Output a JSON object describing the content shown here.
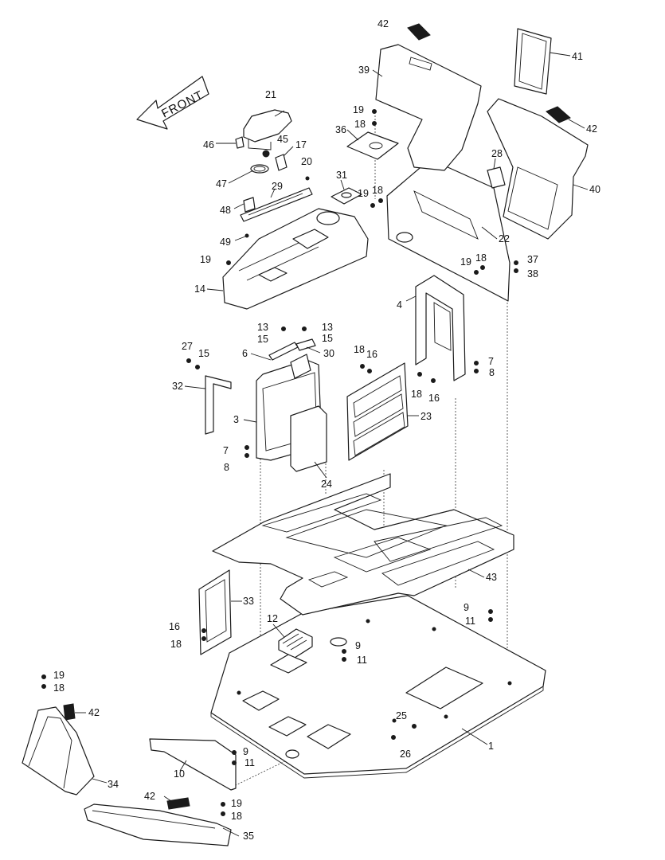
{
  "front_label": "FRONT",
  "callouts": {
    "c1": "1",
    "c3": "3",
    "c4": "4",
    "c6": "6",
    "c7a": "7",
    "c7b": "7",
    "c8a": "8",
    "c8b": "8",
    "c9a": "9",
    "c9b": "9",
    "c9c": "9",
    "c10": "10",
    "c11a": "11",
    "c11b": "11",
    "c11c": "11",
    "c12": "12",
    "c13a": "13",
    "c13b": "13",
    "c14": "14",
    "c15a": "15",
    "c15b": "15",
    "c15c": "15",
    "c16a": "16",
    "c16b": "16",
    "c16c": "16",
    "c17": "17",
    "c18a": "18",
    "c18b": "18",
    "c18c": "18",
    "c18d": "18",
    "c18e": "18",
    "c18f": "18",
    "c18g": "18",
    "c18h": "18",
    "c19a": "19",
    "c19b": "19",
    "c19c": "19",
    "c19d": "19",
    "c19e": "19",
    "c19f": "19",
    "c20": "20",
    "c21": "21",
    "c22": "22",
    "c23": "23",
    "c24": "24",
    "c25": "25",
    "c26": "26",
    "c27": "27",
    "c28": "28",
    "c29": "29",
    "c30": "30",
    "c31": "31",
    "c32": "32",
    "c33": "33",
    "c34": "34",
    "c35": "35",
    "c36": "36",
    "c37": "37",
    "c38": "38",
    "c39": "39",
    "c40": "40",
    "c41": "41",
    "c42a": "42",
    "c42b": "42",
    "c42c": "42",
    "c42d": "42",
    "c43": "43",
    "c45": "45",
    "c46": "46",
    "c47": "47",
    "c48": "48",
    "c49": "49"
  }
}
